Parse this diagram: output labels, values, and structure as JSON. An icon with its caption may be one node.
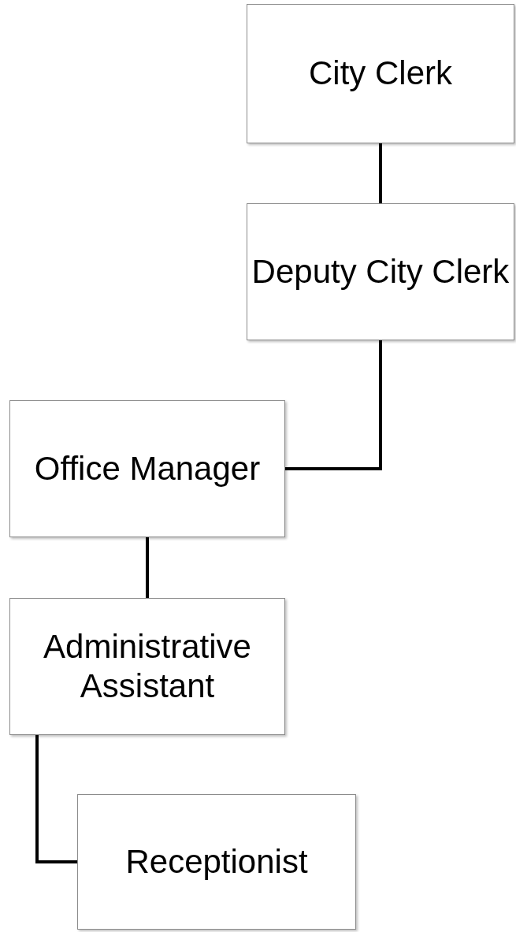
{
  "diagram": {
    "nodes": [
      {
        "text": [
          "City Clerk"
        ]
      },
      {
        "text": [
          "Deputy City Clerk"
        ]
      },
      {
        "text": [
          "Office Manager"
        ]
      },
      {
        "text": [
          "Administrative Assistant"
        ]
      },
      {
        "text": [
          "Receptionist"
        ]
      }
    ],
    "edges": [
      {
        "from": 0,
        "to": 1,
        "arrow": "none"
      },
      {
        "from": 1,
        "to": 2,
        "arrow": "none"
      },
      {
        "from": 2,
        "to": 3,
        "arrow": "none"
      },
      {
        "from": 3,
        "to": 4,
        "arrow": "none"
      }
    ]
  }
}
